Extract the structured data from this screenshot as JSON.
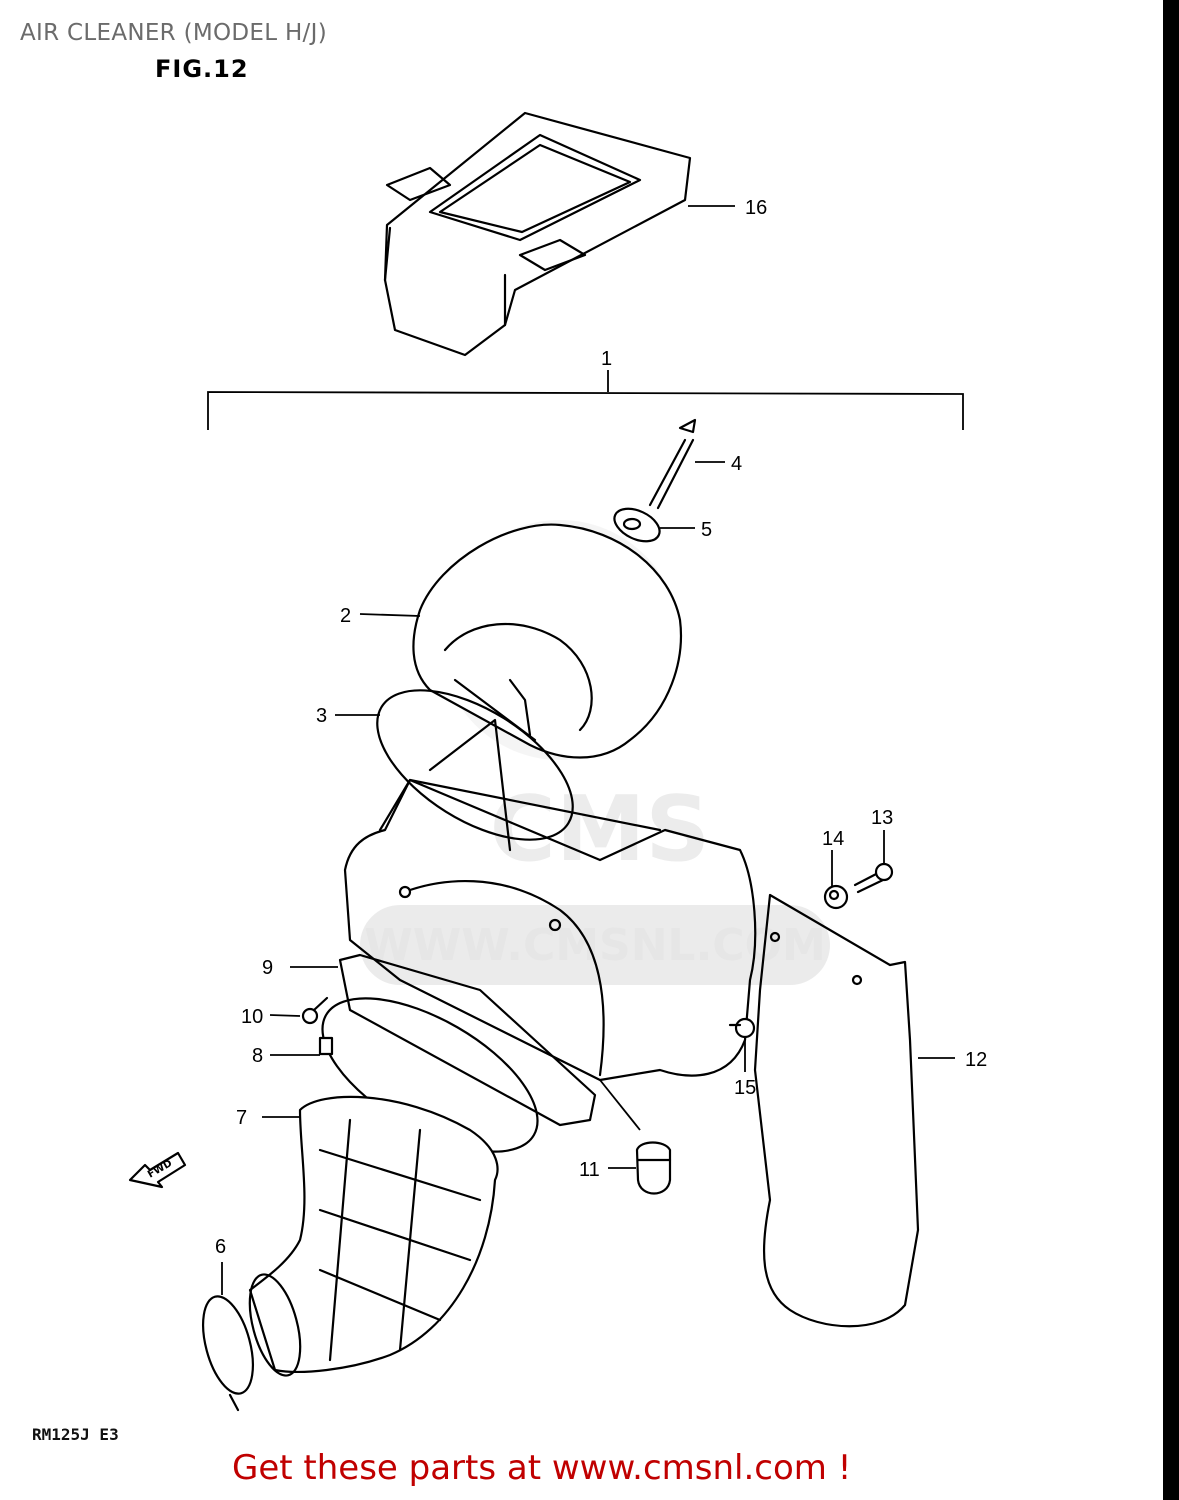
{
  "header": {
    "title": "AIR CLEANER (MODEL H/J)",
    "figure": "FIG.12"
  },
  "footer": {
    "model_code": "RM125J E3",
    "promo": "Get these parts at www.cmsnl.com !"
  },
  "watermark": {
    "text": "WWW.CMSNL.COM",
    "logo": "CMS"
  },
  "direction_arrow": {
    "label": "FWD"
  },
  "callouts": [
    {
      "id": "1",
      "label": "1"
    },
    {
      "id": "2",
      "label": "2"
    },
    {
      "id": "3",
      "label": "3"
    },
    {
      "id": "4",
      "label": "4"
    },
    {
      "id": "5",
      "label": "5"
    },
    {
      "id": "6",
      "label": "6"
    },
    {
      "id": "7",
      "label": "7"
    },
    {
      "id": "8",
      "label": "8"
    },
    {
      "id": "9",
      "label": "9"
    },
    {
      "id": "10",
      "label": "10"
    },
    {
      "id": "11",
      "label": "11"
    },
    {
      "id": "12",
      "label": "12"
    },
    {
      "id": "13",
      "label": "13"
    },
    {
      "id": "14",
      "label": "14"
    },
    {
      "id": "15",
      "label": "15"
    },
    {
      "id": "16",
      "label": "16"
    }
  ],
  "colors": {
    "title": "#6b6b6b",
    "promo": "#c00000",
    "watermark": "#e2e2e2"
  }
}
